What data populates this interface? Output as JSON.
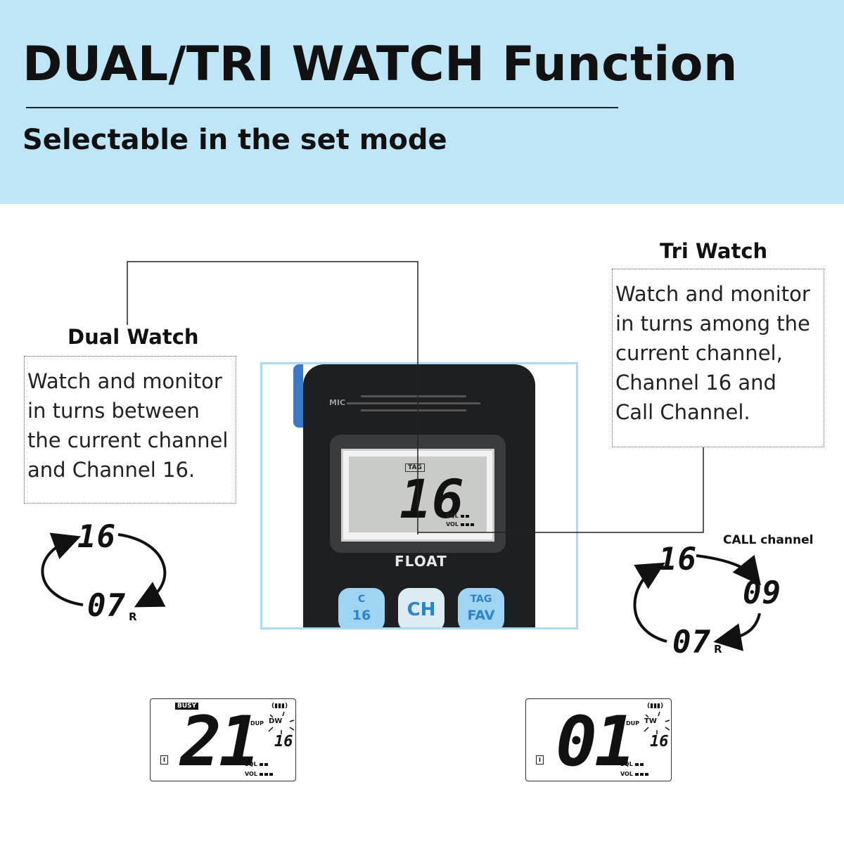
{
  "header": {
    "title": "DUAL/TRI WATCH Function",
    "subtitle": "Selectable in the set mode"
  },
  "dual_watch": {
    "heading": "Dual Watch",
    "description": "Watch and monitor\nin turns between\nthe current channel\nand Channel 16.",
    "cycle": {
      "top": "16",
      "bottom": "07",
      "bottom_suffix": "R"
    }
  },
  "tri_watch": {
    "heading": "Tri Watch",
    "description": "Watch and monitor\nin turns among the\ncurrent channel,\nChannel 16 and\nCall Channel.",
    "call_label": "CALL channel",
    "cycle": {
      "top": "16",
      "right": "09",
      "bottom": "07",
      "bottom_suffix": "R"
    }
  },
  "radio": {
    "mic_label": "MIC",
    "screen_tag": "TAG",
    "screen_channel": "16",
    "sql_label": "SQL",
    "vol_label": "VOL",
    "float_label": "FLOAT",
    "keys": {
      "call_top": "C",
      "call_bottom": "16",
      "ch": "CH",
      "fav_top": "TAG",
      "fav_bottom": "FAV"
    }
  },
  "lcd_dual": {
    "busy": "BUSY",
    "channel": "21",
    "dup": "DUP",
    "mode": "DW",
    "watch_channel": "16",
    "sql": "SQL",
    "vol": "VOL",
    "indicator": "I"
  },
  "lcd_tri": {
    "channel": "01",
    "dup": "DUP",
    "mode": "TW",
    "watch_channel": "16",
    "sql": "SQL",
    "vol": "VOL",
    "indicator": "I"
  },
  "colors": {
    "banner": "#bfe6f7",
    "frame": "#a9dcf4",
    "key_blue": "#2a84c6"
  }
}
